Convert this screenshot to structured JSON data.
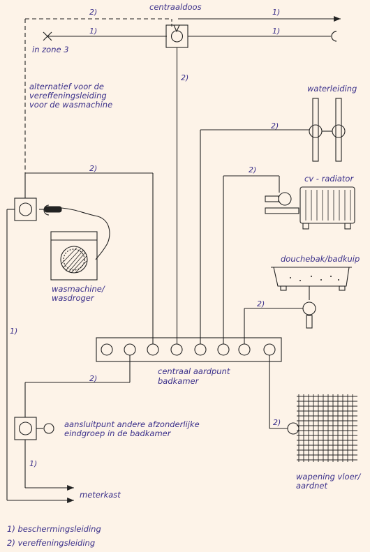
{
  "labels": {
    "centraaldoos": "centraaldoos",
    "in_zone_3": "in zone 3",
    "alternatief": [
      "alternatief voor de",
      "vereffeningsleiding",
      "voor de wasmachine"
    ],
    "waterleiding": "waterleiding",
    "cv_radiator": "cv - radiator",
    "douchebak": "douchebak/badkuip",
    "wasmachine": [
      "wasmachine/",
      "wasdroger"
    ],
    "centraal_aardpunt": [
      "centraal aardpunt",
      "badkamer"
    ],
    "aansluitpunt": [
      "aansluitpunt andere afzonderlijke",
      "eindgroep in de badkamer"
    ],
    "meterkast": "meterkast",
    "wapening": [
      "wapening vloer/",
      "aardnet"
    ]
  },
  "marks": {
    "one": "1)",
    "two": "2)"
  },
  "legend": {
    "item1": "1)  beschermingsleiding",
    "item2": "2)  vereffeningsleiding"
  },
  "colors": {
    "line": "#222222",
    "text": "#3a2f8a",
    "background": "#fdf3e8"
  }
}
